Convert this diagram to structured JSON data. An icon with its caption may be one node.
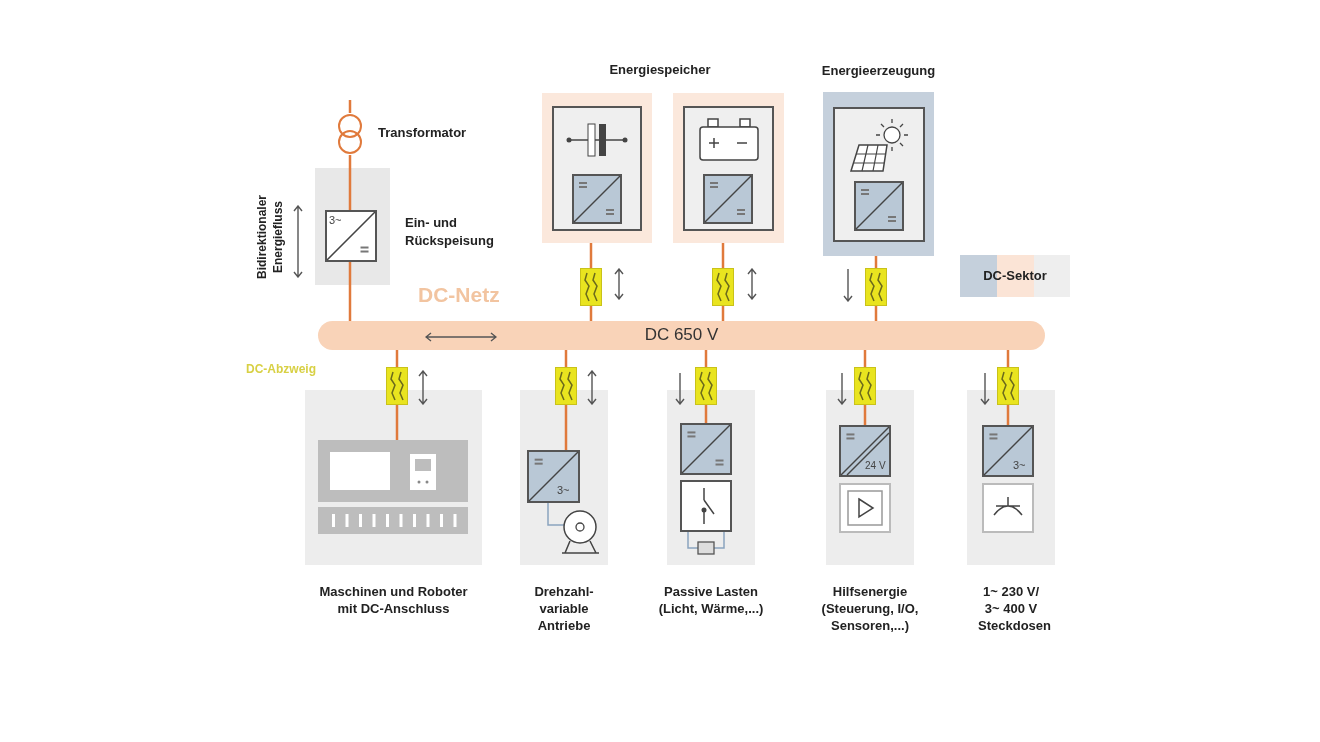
{
  "diagram": {
    "nodes": [
      {
        "text": [],
        "shape": "circle",
        "beside": [
          "Transformator"
        ]
      },
      {
        "text": [],
        "shape": "box",
        "beside": [
          "Ein- und Rückspeisung"
        ]
      },
      {
        "text": [
          "DC 650 V"
        ]
      },
      {
        "text": [],
        "shape": "box"
      },
      {
        "text": [],
        "shape": "box"
      },
      {
        "text": [
          "Energieerzeugung"
        ]
      },
      {
        "text": [
          "Maschinen und Roboter mit DC-Anschluss"
        ]
      },
      {
        "text": [
          "Drehzahl- variable Antriebe"
        ]
      },
      {
        "text": [
          "Passive Lasten (Licht, Wärme,...)"
        ]
      },
      {
        "text": [
          "Hilfsenergie (Steuerung, I/O, Sensoren,...)"
        ]
      },
      {
        "text": [
          "1~ 230 V/ 3~ 400 V Steckdosen"
        ]
      }
    ],
    "edges": [
      {
        "from": null,
        "to": 0,
        "arrow": "none"
      },
      {
        "from": 0,
        "to": 1,
        "arrow": "none"
      },
      {
        "from": 1,
        "to": 2,
        "arrow": "none"
      },
      {
        "from": 3,
        "to": 2,
        "arrow": "none"
      },
      {
        "from": 4,
        "to": 2,
        "arrow": "none"
      },
      {
        "from": 5,
        "to": 2,
        "arrow": "none"
      },
      {
        "from": 2,
        "to": 6,
        "arrow": "none"
      },
      {
        "from": 2,
        "to": 7,
        "arrow": "none"
      },
      {
        "from": 2,
        "to": 8,
        "arrow": "none"
      },
      {
        "from": 2,
        "to": 9,
        "arrow": "none"
      },
      {
        "from": 2,
        "to": 10,
        "arrow": "none"
      }
    ],
    "labels": [
      "Energiespeicher",
      "3~",
      "Bidirektionaler Energiefluss",
      "DC-Netz",
      "DC-Abzweig",
      "3~",
      "24 V",
      "3~"
    ],
    "legend": [
      {
        "text": "DC-Sektor",
        "color": "#c5d0dc"
      }
    ]
  }
}
